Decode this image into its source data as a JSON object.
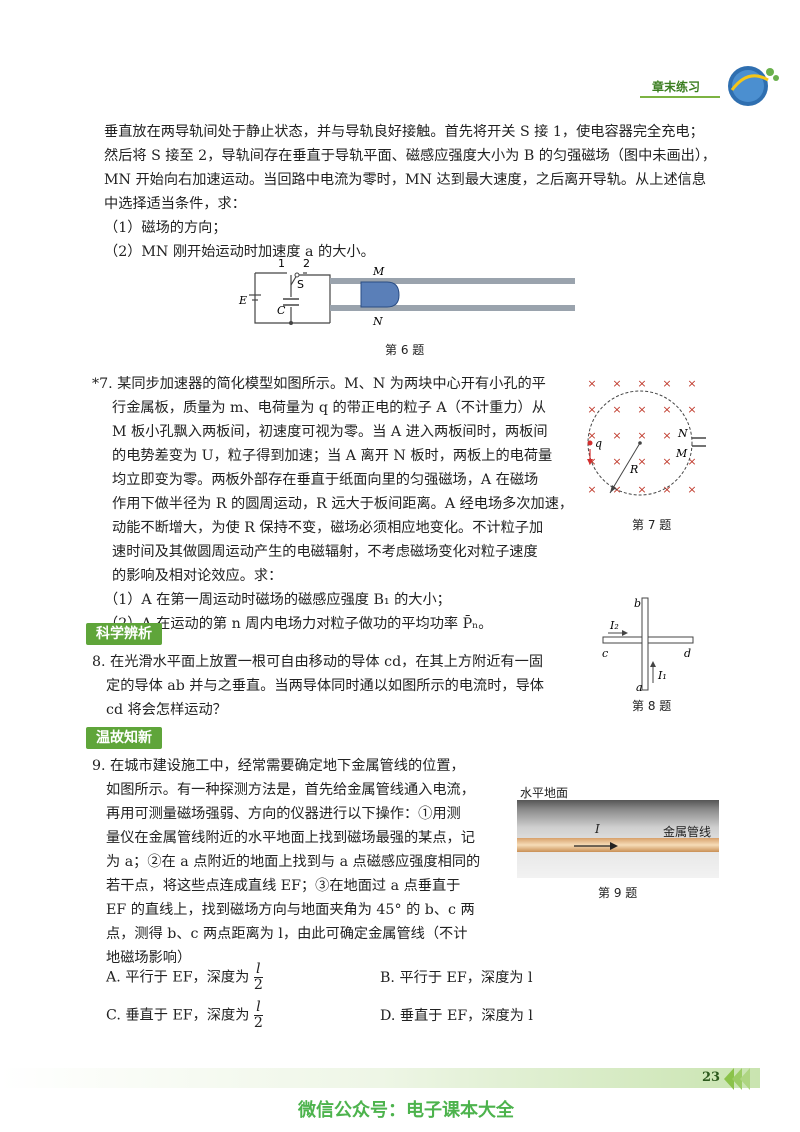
{
  "header": {
    "chapter_label": "章末练习"
  },
  "q6": {
    "lines": [
      "垂直放在两导轨间处于静止状态，并与导轨良好接触。首先将开关 S 接 1，使电容器完全充电；",
      "然后将 S 接至 2，导轨间存在垂直于导轨平面、磁感应强度大小为 B 的匀强磁场（图中未画出），",
      "MN 开始向右加速运动。当回路中电流为零时，MN 达到最大速度，之后离开导轨。从上述信息",
      "中选择适当条件，求："
    ],
    "sub1": "（1）磁场的方向；",
    "sub2": "（2）MN 刚开始运动时加速度 a 的大小。",
    "figure_labels": {
      "one": "1",
      "two": "2",
      "S": "S",
      "E": "E",
      "C": "C",
      "M": "M",
      "N": "N"
    },
    "caption": "第 6 题"
  },
  "q7": {
    "lines": [
      "*7. 某同步加速器的简化模型如图所示。M、N 为两块中心开有小孔的平",
      "行金属板，质量为 m、电荷量为 q 的带正电的粒子 A（不计重力）从",
      "M 板小孔飘入两板间，初速度可视为零。当 A 进入两板间时，两板间",
      "的电势差变为 U，粒子得到加速；当 A 离开 N 板时，两板上的电荷量",
      "均立即变为零。两板外部存在垂直于纸面向里的匀强磁场，A 在磁场",
      "作用下做半径为 R 的圆周运动，R 远大于板间距离。A 经电场多次加速，",
      "动能不断增大，为使 R 保持不变，磁场必须相应地变化。不计粒子加",
      "速时间及其做圆周运动产生的电磁辐射，不考虑磁场变化对粒子速度",
      "的影响及相对论效应。求："
    ],
    "sub1": "（1）A 在第一周运动时磁场的磁感应强度 B₁ 的大小；",
    "sub2": "（2）A 在运动的第 n 周内电场力对粒子做功的平均功率 P̄ₙ。",
    "figure_labels": {
      "q": "q",
      "R": "R",
      "N": "N",
      "M": "M",
      "cross": "×"
    },
    "caption": "第 7 题"
  },
  "section_science": "科学辨析",
  "q8": {
    "lines": [
      "8. 在光滑水平面上放置一根可自由移动的导体 cd，在其上方附近有一固",
      "定的导体 ab 并与之垂直。当两导体同时通以如图所示的电流时，导体",
      "cd 将会怎样运动？"
    ],
    "figure_labels": {
      "a": "a",
      "b": "b",
      "c": "c",
      "d": "d",
      "I1": "I₁",
      "I2": "I₂"
    },
    "caption": "第 8 题"
  },
  "section_review": "温故知新",
  "q9": {
    "lines": [
      "9. 在城市建设施工中，经常需要确定地下金属管线的位置，",
      "如图所示。有一种探测方法是，首先给金属管线通入电流，",
      "再用可测量磁场强弱、方向的仪器进行以下操作：①用测",
      "量仪在金属管线附近的水平地面上找到磁场最强的某点，记",
      "为 a；②在 a 点附近的地面上找到与 a 点磁感应强度相同的",
      "若干点，将这些点连成直线 EF；③在地面过 a 点垂直于",
      "EF 的直线上，找到磁场方向与地面夹角为 45° 的 b、c 两",
      "点，测得 b、c 两点距离为 l，由此可确定金属管线（不计",
      "地磁场影响）"
    ],
    "figure_labels": {
      "ground": "水平地面",
      "I": "I",
      "pipe": "金属管线"
    },
    "caption": "第 9 题",
    "options": {
      "A_prefix": "A. 平行于 EF，深度为",
      "B": "B. 平行于 EF，深度为 l",
      "C_prefix": "C. 垂直于 EF，深度为",
      "D": "D. 垂直于 EF，深度为 l",
      "frac_num": "l",
      "frac_den": "2"
    }
  },
  "footer": {
    "page_number": "23",
    "wechat": "微信公众号：电子课本大全"
  },
  "colors": {
    "accent": "#5fa53a",
    "footer_green": "#4db34d",
    "plate_blue": "#5a7fb8"
  }
}
